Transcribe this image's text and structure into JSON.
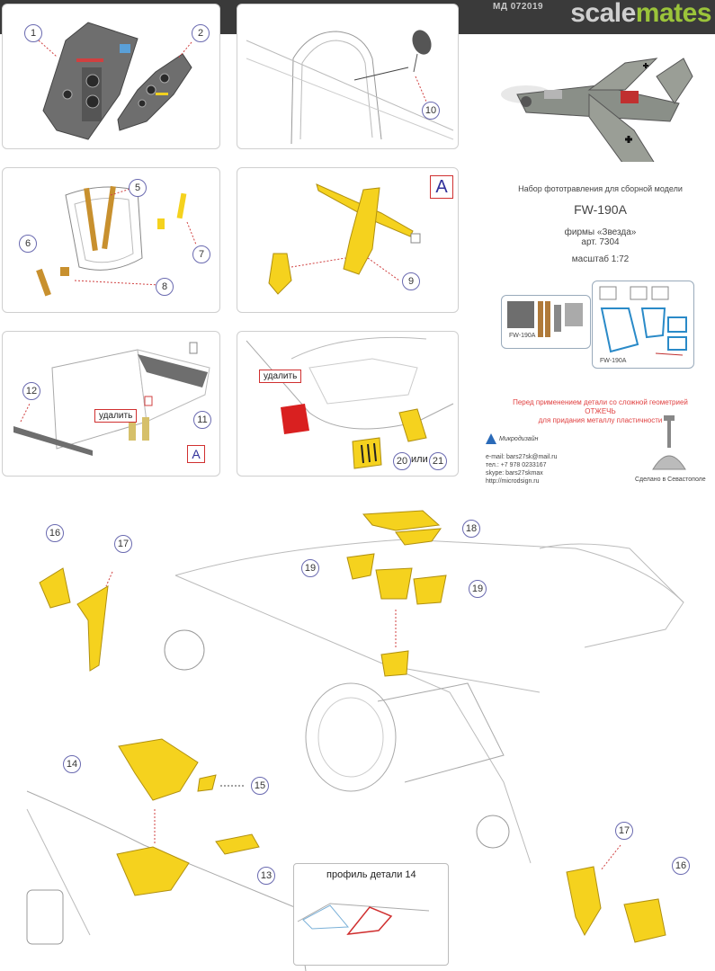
{
  "header": {
    "code": "МД 072019",
    "logo_part1": "scale",
    "logo_part2": "mates"
  },
  "callouts": {
    "n1": "1",
    "n2": "2",
    "n5": "5",
    "n6": "6",
    "n7": "7",
    "n8": "8",
    "n9": "9",
    "n10": "10",
    "n11": "11",
    "n12": "12",
    "n13": "13",
    "n14": "14",
    "n15": "15",
    "n16": "16",
    "n17": "17",
    "n18": "18",
    "n19": "19",
    "n20": "20",
    "n21": "21"
  },
  "labels": {
    "box_a": "A",
    "remove": "удалить",
    "or": "или",
    "profile": "профиль детали 14"
  },
  "info": {
    "kit_line": "Набор фототравления для сборной модели",
    "model": "FW-190A",
    "maker": "фирмы «Звезда»",
    "article": "арт. 7304",
    "scale": "масштаб 1:72",
    "fret_left_label": "FW-190A",
    "fret_right_label": "FW-190A"
  },
  "warning": {
    "line1": "Перед применением детали со сложной геометрией",
    "line2": "ОТЖЕЧЬ",
    "line3": "для придания металлу пластичности"
  },
  "contacts": {
    "brand": "Микродизайн",
    "email": "e-mail: bars27sk@mail.ru",
    "phone": "тел.: +7 978 0233167",
    "skype": "skype: bars27skmax",
    "web": "http://microdsign.ru"
  },
  "footer": {
    "made_in": "Сделано в Севастополе"
  },
  "colors": {
    "photoetch_yellow": "#f5d21e",
    "panel_grey": "#6e6e6e",
    "remove_red": "#d92020",
    "callout_blue": "#6a6ab0",
    "logo_green": "#9bc43a"
  }
}
